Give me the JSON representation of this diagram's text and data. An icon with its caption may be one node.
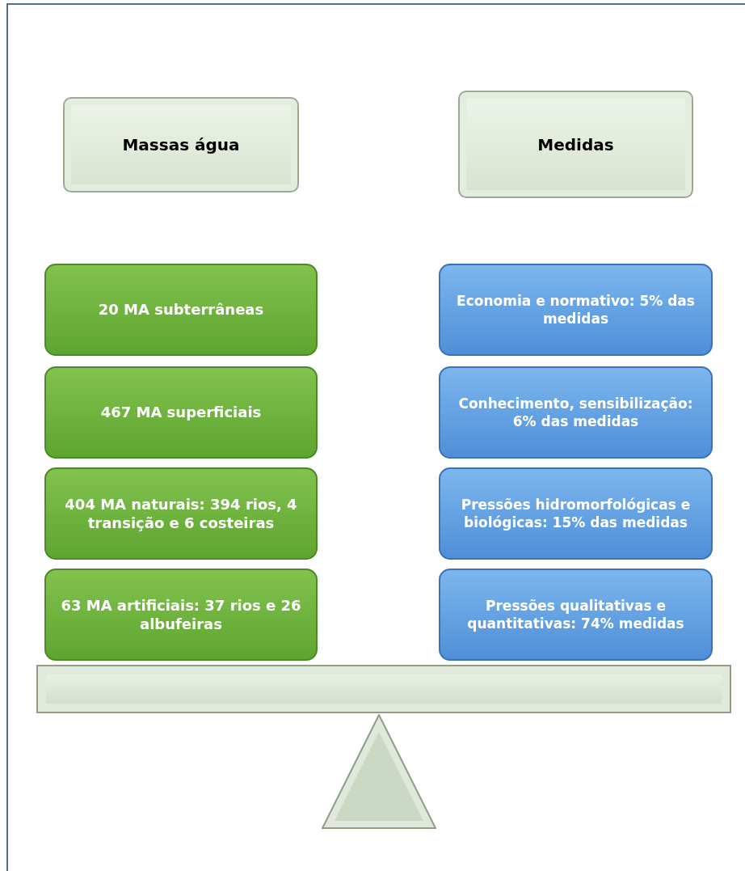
{
  "diagram": {
    "nodes": [
      {
        "text": [
          "Massas água"
        ]
      },
      {
        "text": [
          "Medidas"
        ]
      },
      {
        "text": [
          "20 MA subterrâneas"
        ]
      },
      {
        "text": [
          "467 MA superficiais"
        ]
      },
      {
        "text": [
          "404 MA naturais: 394 rios, 4 transição e 6 costeiras"
        ]
      },
      {
        "text": [
          "63 MA artificiais: 37 rios e 26 albufeiras"
        ]
      },
      {
        "text": [
          "Economia  e normativo: 5% das medidas"
        ]
      },
      {
        "text": [
          "Conhecimento, sensibilização: 6% das medidas"
        ]
      },
      {
        "text": [
          "Pressões hidromorfológicas e biológicas: 15% das medidas"
        ]
      },
      {
        "text": [
          "Pressões qualitativas e quantitativas: 74% medidas"
        ]
      },
      {
        "text": [],
        "shape": "bar"
      },
      {
        "text": [],
        "shape": "triangle"
      }
    ]
  }
}
